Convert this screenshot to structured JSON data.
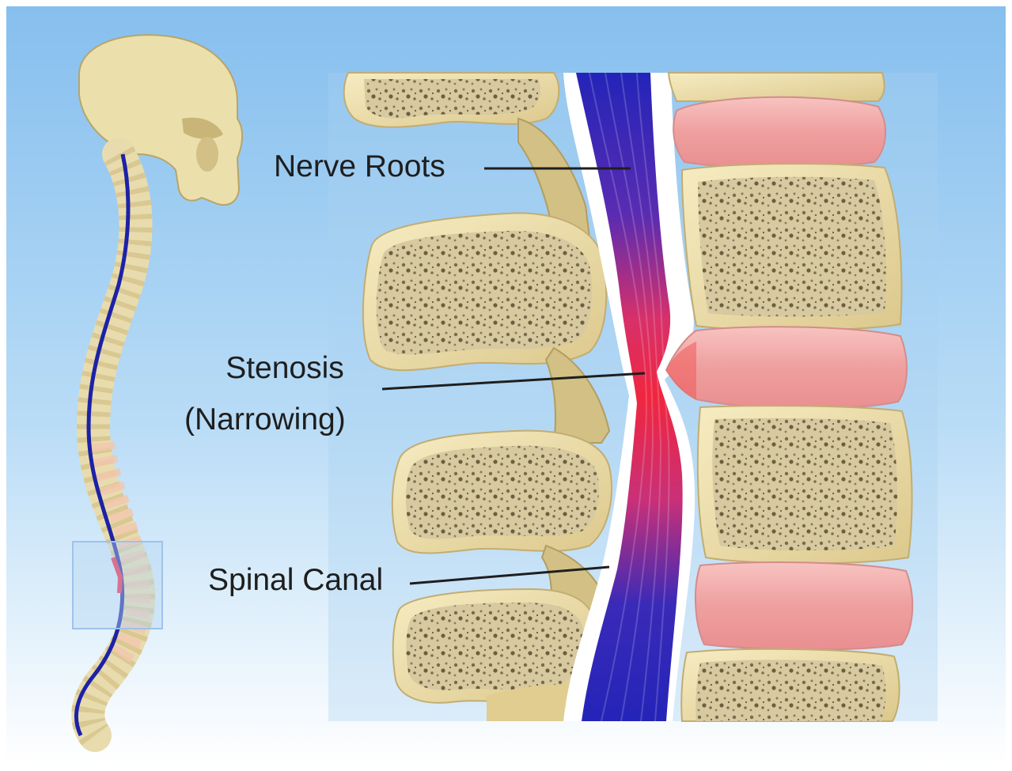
{
  "labels": {
    "nerve_roots": "Nerve Roots",
    "stenosis": "Stenosis",
    "narrowing": "(Narrowing)",
    "spinal_canal": "Spinal Canal"
  },
  "colors": {
    "background_top": "#8ec4ee",
    "background_bottom": "#ffffff",
    "bone": "#eedfa6",
    "bone_dark": "#c9b277",
    "disc": "#f0a8a8",
    "cord_blue": "#2424b8",
    "cord_red": "#ea2a45"
  }
}
